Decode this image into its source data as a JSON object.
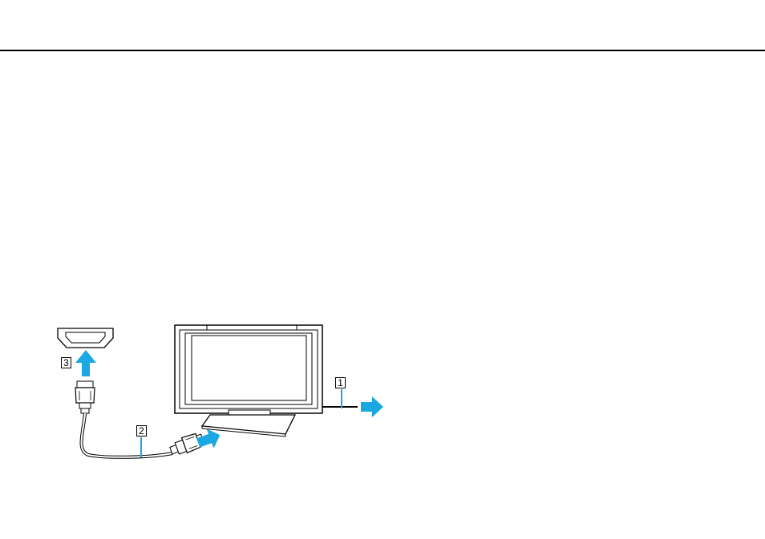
{
  "callouts": {
    "one": "1",
    "two": "2",
    "three": "3"
  },
  "colors": {
    "arrow": "#1ba7e1",
    "line": "#000000",
    "screen_fill": "#ffffff"
  },
  "icons": [
    "hdmi-port-icon",
    "hdmi-plug-icon",
    "tv-monitor-icon",
    "direction-arrow-icon"
  ]
}
